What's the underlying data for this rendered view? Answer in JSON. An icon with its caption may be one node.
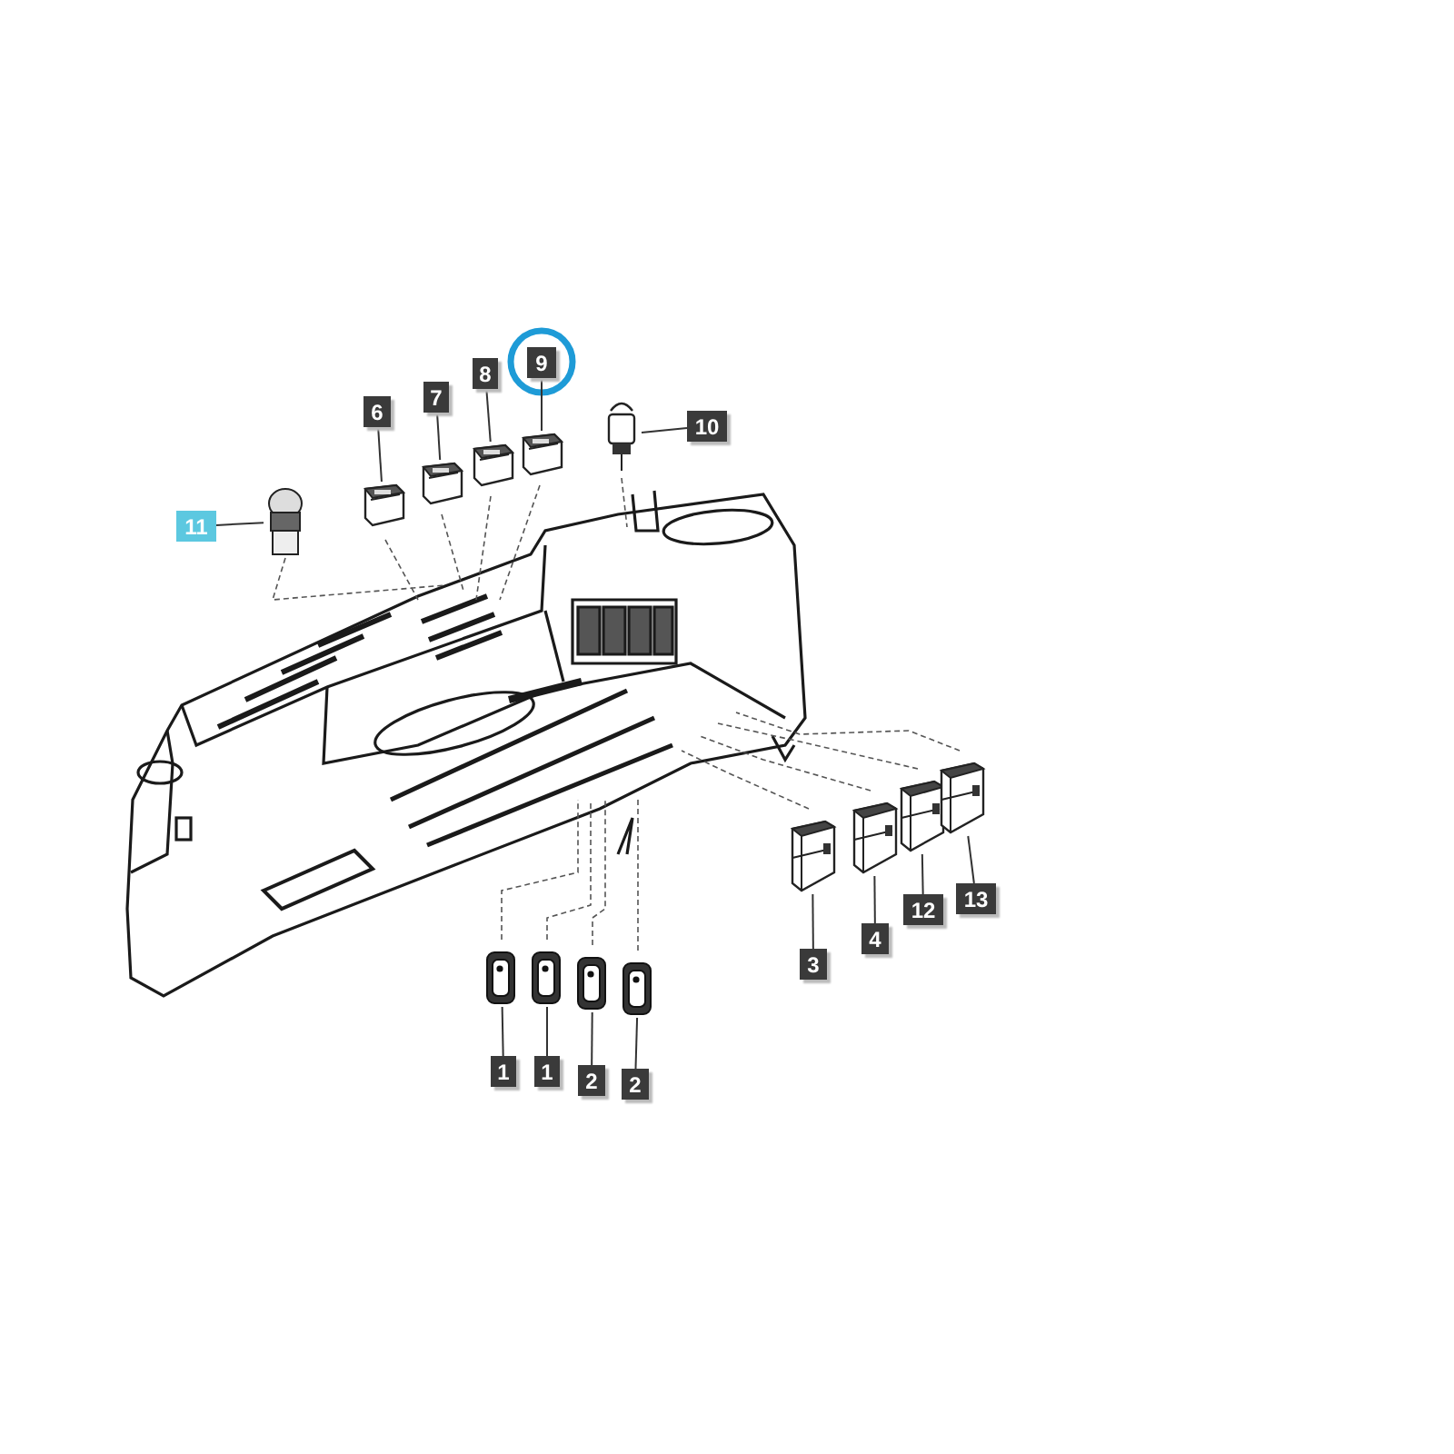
{
  "diagram": {
    "nodes": [
      {
        "text": [
          "6"
        ]
      },
      {
        "text": [],
        "shape": "picture"
      },
      {
        "text": [
          "7"
        ]
      },
      {
        "text": [],
        "shape": "picture"
      },
      {
        "text": [
          "8"
        ]
      },
      {
        "text": [],
        "shape": "picture"
      },
      {
        "text": [
          "9"
        ]
      },
      {
        "text": [],
        "shape": "picture"
      },
      {
        "text": [
          "10"
        ]
      },
      {
        "text": [],
        "shape": "picture"
      },
      {
        "text": [
          "11"
        ]
      },
      {
        "text": [],
        "shape": "picture"
      },
      {
        "text": [
          "1"
        ]
      },
      {
        "text": [],
        "shape": "picture"
      },
      {
        "text": [
          "1"
        ]
      },
      {
        "text": [],
        "shape": "picture"
      },
      {
        "text": [
          "2"
        ]
      },
      {
        "text": [],
        "shape": "picture"
      },
      {
        "text": [
          "2"
        ]
      },
      {
        "text": [],
        "shape": "picture"
      },
      {
        "text": [
          "3"
        ]
      },
      {
        "text": [],
        "shape": "picture"
      },
      {
        "text": [
          "4"
        ]
      },
      {
        "text": [],
        "shape": "picture"
      },
      {
        "text": [
          "12"
        ]
      },
      {
        "text": [],
        "shape": "picture"
      },
      {
        "text": [
          "13"
        ]
      },
      {
        "text": [],
        "shape": "picture"
      }
    ],
    "edges": [
      {
        "from": 0,
        "to": 1,
        "arrow": "none"
      },
      {
        "from": 2,
        "to": 3,
        "arrow": "none"
      },
      {
        "from": 4,
        "to": 5,
        "arrow": "none"
      },
      {
        "from": 6,
        "to": 7,
        "arrow": "none"
      },
      {
        "from": 8,
        "to": 9,
        "arrow": "none"
      },
      {
        "from": 10,
        "to": 11,
        "arrow": "none"
      },
      {
        "from": 12,
        "to": 13,
        "arrow": "none"
      },
      {
        "from": 14,
        "to": 15,
        "arrow": "none"
      },
      {
        "from": 16,
        "to": 17,
        "arrow": "none"
      },
      {
        "from": 18,
        "to": 19,
        "arrow": "none"
      },
      {
        "from": 20,
        "to": 21,
        "arrow": "none"
      },
      {
        "from": 22,
        "to": 23,
        "arrow": "none"
      },
      {
        "from": 24,
        "to": 25,
        "arrow": "none"
      },
      {
        "from": 26,
        "to": 27,
        "arrow": "none"
      }
    ]
  }
}
